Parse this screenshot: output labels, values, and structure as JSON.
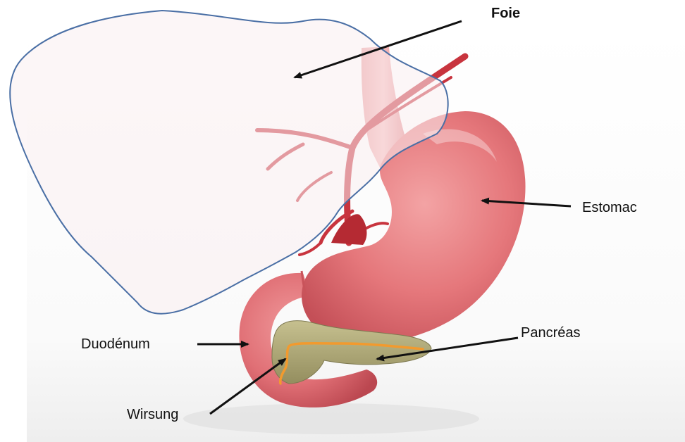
{
  "labels": {
    "foie": "Foie",
    "estomac": "Estomac",
    "pancreas": "Pancréas",
    "duodenum": "Duodénum",
    "wirsung": "Wirsung"
  },
  "colors": {
    "liver_outline": "#4a6fa5",
    "liver_fill": "#f9eef0",
    "stomach": "#e5777b",
    "stomach_dark": "#c9535a",
    "vessels": "#c8343e",
    "pancreas": "#a9a374",
    "wirsung_duct": "#f29a2e",
    "arrow": "#111111"
  }
}
